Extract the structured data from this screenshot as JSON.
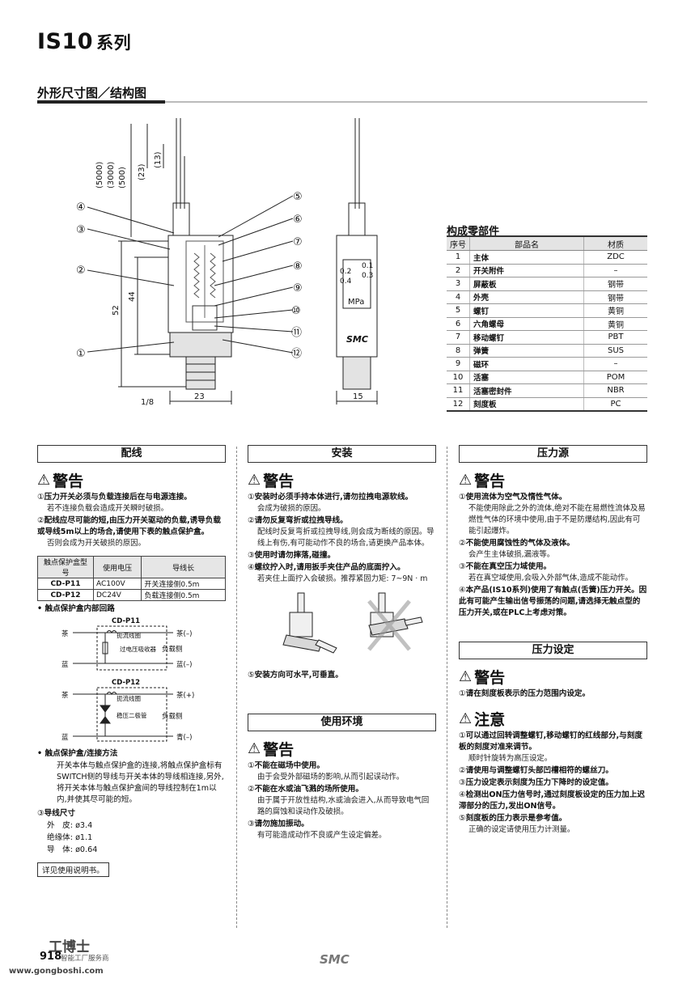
{
  "header": {
    "model": "IS10",
    "series": "系列"
  },
  "section": {
    "title": "外形尺寸图／结构图"
  },
  "drawing": {
    "lead_lengths": [
      "(5000)",
      "(3000)",
      "(500)"
    ],
    "dim_23_top": "(23)",
    "dim_13": "(13)",
    "dim_52": "52",
    "dim_44": "44",
    "dim_thread": "1/8",
    "dim_23_bottom": "23",
    "dim_15": "15",
    "callouts": [
      "①",
      "②",
      "③",
      "④",
      "⑤",
      "⑥",
      "⑦",
      "⑧",
      "⑨",
      "⑩",
      "⑪",
      "⑫"
    ],
    "scale_left": [
      "0.2",
      "0.4"
    ],
    "scale_right": [
      "0.1",
      "0.3"
    ],
    "scale_unit": "MPa",
    "brand": "SMC"
  },
  "parts": {
    "title": "构成零部件",
    "headers": [
      "序号",
      "部品名",
      "材质"
    ],
    "rows": [
      [
        "1",
        "主体",
        "ZDC"
      ],
      [
        "2",
        "开关附件",
        "–"
      ],
      [
        "3",
        "屏蔽板",
        "钢带"
      ],
      [
        "4",
        "外壳",
        "钢带"
      ],
      [
        "5",
        "螺钉",
        "黄铜"
      ],
      [
        "6",
        "六角螺母",
        "黄铜"
      ],
      [
        "7",
        "移动螺钉",
        "PBT"
      ],
      [
        "8",
        "弹簧",
        "SUS"
      ],
      [
        "9",
        "磁环",
        "–"
      ],
      [
        "10",
        "活塞",
        "POM"
      ],
      [
        "11",
        "活塞密封件",
        "NBR"
      ],
      [
        "12",
        "刻度板",
        "PC"
      ]
    ]
  },
  "wiring": {
    "title": "配线",
    "warn": "警告",
    "items": [
      {
        "num": "①",
        "head": "压力开关必须与负载连接后在与电源连接。",
        "desc": "若不连接负载会造成开关瞬时破损。"
      },
      {
        "num": "②",
        "head": "配线应尽可能的短,由压力开关驱动的负载,诱导负载或导线5m以上的场合,请使用下表的触点保护盒。",
        "desc": "否则会成为开关破损的原因。"
      }
    ],
    "table": {
      "headers": [
        "触点保护盒型号",
        "使用电压",
        "导线长"
      ],
      "rows": [
        [
          "CD-P11",
          "AC100V",
          "开关连接侧0.5m"
        ],
        [
          "CD-P12",
          "DC24V",
          "负载连接侧0.5m"
        ]
      ]
    },
    "circuit_title": "触点保护盒内部回路",
    "p11": {
      "name": "CD-P11",
      "brown_l": "茶",
      "blue_l": "蓝",
      "brown_r": "茶(–)",
      "blue_r": "蓝(–)",
      "choke": "扼流线圈",
      "absorber": "过电压吸收器",
      "load": "负载侧"
    },
    "p12": {
      "name": "CD-P12",
      "brown_l": "茶",
      "blue_l": "蓝",
      "brown_r": "茶(+)",
      "blue_r": "青(–)",
      "choke": "扼流线圈",
      "zener": "稳压二极管",
      "load": "负载侧"
    },
    "method_head": "触点保护盒/连接方法",
    "method_desc": "开关本体与触点保护盒的连接,将触点保护盒标有SWITCH侧的导线与开关本体的导线相连接,另外,将开关本体与触点保护盒间的导线控制在1m以内,并使其尽可能的短。",
    "size_num": "③",
    "size_head": "导线尺寸",
    "sizes": [
      "外　皮: ø3.4",
      "绝缘体: ø1.1",
      "导　体: ø0.64"
    ],
    "note": "详见使用说明书。"
  },
  "install": {
    "title": "安装",
    "warn": "警告",
    "items": [
      {
        "num": "①",
        "head": "安装时必须手持本体进行,请勿拉拽电源软线。",
        "desc": "会成为破损的原因。"
      },
      {
        "num": "②",
        "head": "请勿反复弯折或拉拽导线。",
        "desc": "配线时反复弯折或拉拽导线,则会成为断线的原因。导线上有伤,有可能动作不良的场合,请更换产品本体。"
      },
      {
        "num": "③",
        "head": "使用时请勿摔落,碰撞。",
        "desc": ""
      },
      {
        "num": "④",
        "head": "螺纹拧入时,请用扳手夹住产品的底面拧入。",
        "desc": "若夹住上面拧入会破损。推荐紧固力矩: 7~9N · m"
      },
      {
        "num": "⑤",
        "head": "安装方向可水平,可垂直。",
        "desc": ""
      }
    ]
  },
  "env": {
    "title": "使用环境",
    "warn": "警告",
    "items": [
      {
        "num": "①",
        "head": "不能在磁场中使用。",
        "desc": "由于会受外部磁场的影响,从而引起误动作。"
      },
      {
        "num": "②",
        "head": "不能在水或油飞溅的场所使用。",
        "desc": "由于属于开放性结构,水或油会进入,从而导致电气回路的腐蚀和误动作及破损。"
      },
      {
        "num": "③",
        "head": "请勿施加振动。",
        "desc": "有可能造成动作不良或产生设定偏差。"
      }
    ]
  },
  "pressure": {
    "title": "压力源",
    "warn": "警告",
    "items": [
      {
        "num": "①",
        "head": "使用流体为空气及惰性气体。",
        "desc": "不能使用除此之外的流体,绝对不能在易燃性流体及易燃性气体的环境中使用,由于不是防爆结构,因此有可能引起爆炸。"
      },
      {
        "num": "②",
        "head": "不能使用腐蚀性的气体及液体。",
        "desc": "会产生主体破损,漏液等。"
      },
      {
        "num": "③",
        "head": "不能在真空压力域使用。",
        "desc": "若在真空域使用,会吸入外部气体,造成不能动作。"
      },
      {
        "num": "④",
        "head": "本产品(IS10系列)使用了有触点(舌簧)压力开关。因此有可能产生输出信号振荡的问题,请选择无触点型的压力开关,或在PLC上考虑对策。",
        "desc": ""
      }
    ]
  },
  "setting": {
    "title": "压力设定",
    "warn": "警告",
    "warn_items": [
      {
        "num": "①",
        "head": "请在刻度板表示的压力范围内设定。",
        "desc": ""
      }
    ],
    "caution": "注意",
    "caution_items": [
      {
        "num": "①",
        "head": "可以通过回转调整螺钉,移动螺钉的红线部分,与刻度板的刻度对准来调节。",
        "desc": "顺时针旋转为高压设定。"
      },
      {
        "num": "②",
        "head": "请使用与调整螺钉头部凹槽相符的螺丝刀。",
        "desc": ""
      },
      {
        "num": "③",
        "head": "压力设定表示刻度为压力下降时的设定值。",
        "desc": ""
      },
      {
        "num": "④",
        "head": "检测出ON压力信号时,通过刻度板设定的压力加上迟滞部分的压力,发出ON信号。",
        "desc": ""
      },
      {
        "num": "⑤",
        "head": "刻度板的压力表示是参考值。",
        "desc": "正确的设定请使用压力计测量。"
      }
    ]
  },
  "footer": {
    "page": "918",
    "brand": "SMC",
    "watermark_name": "工博士",
    "watermark_sub": "智能工厂服务商",
    "watermark_url": "www.gongboshi.com"
  }
}
